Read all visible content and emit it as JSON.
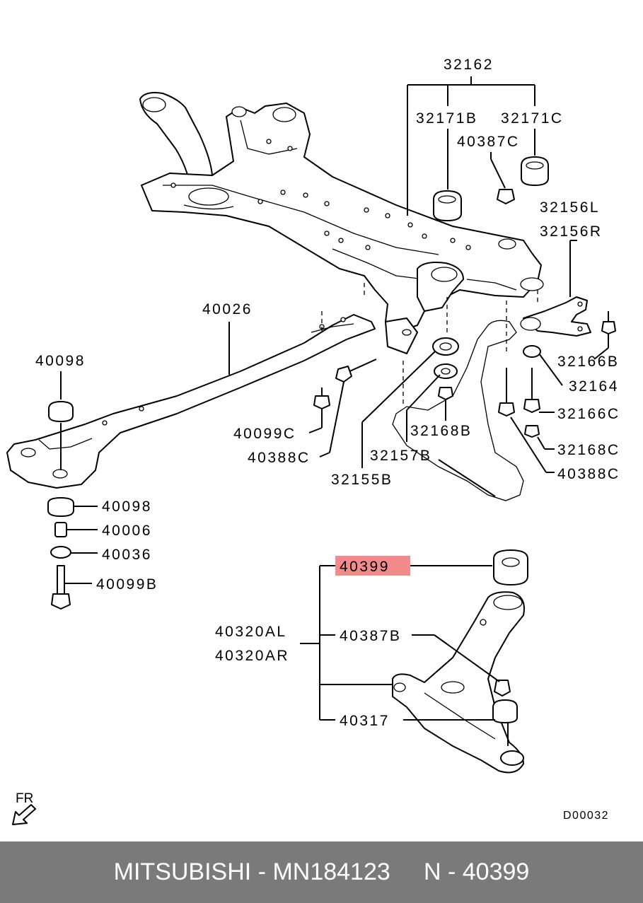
{
  "labels": {
    "p32162": "32162",
    "p32171B": "32171B",
    "p32171C": "32171C",
    "p40387C": "40387C",
    "p32156L": "32156L",
    "p32156R": "32156R",
    "p40026": "40026",
    "p40098_top": "40098",
    "p32166B": "32166B",
    "p32164": "32164",
    "p32166C": "32166C",
    "p40099C": "40099C",
    "p32168B": "32168B",
    "p32168C": "32168C",
    "p40388C_left": "40388C",
    "p32157B": "32157B",
    "p40388C_right": "40388C",
    "p32155B": "32155B",
    "p40098_bottom": "40098",
    "p40006": "40006",
    "p40036": "40036",
    "p40099B": "40099B",
    "p40399": "40399",
    "p40320AL": "40320AL",
    "p40320AR": "40320AR",
    "p40387B": "40387B",
    "p40317": "40317"
  },
  "highlight_color": "#f28b8b",
  "direction_label": "FR",
  "diagram_code": "D00032",
  "footer": {
    "text": "MITSUBISHI - MN184123     N - 40399",
    "background": "#7a7a7a",
    "color": "#ffffff"
  }
}
